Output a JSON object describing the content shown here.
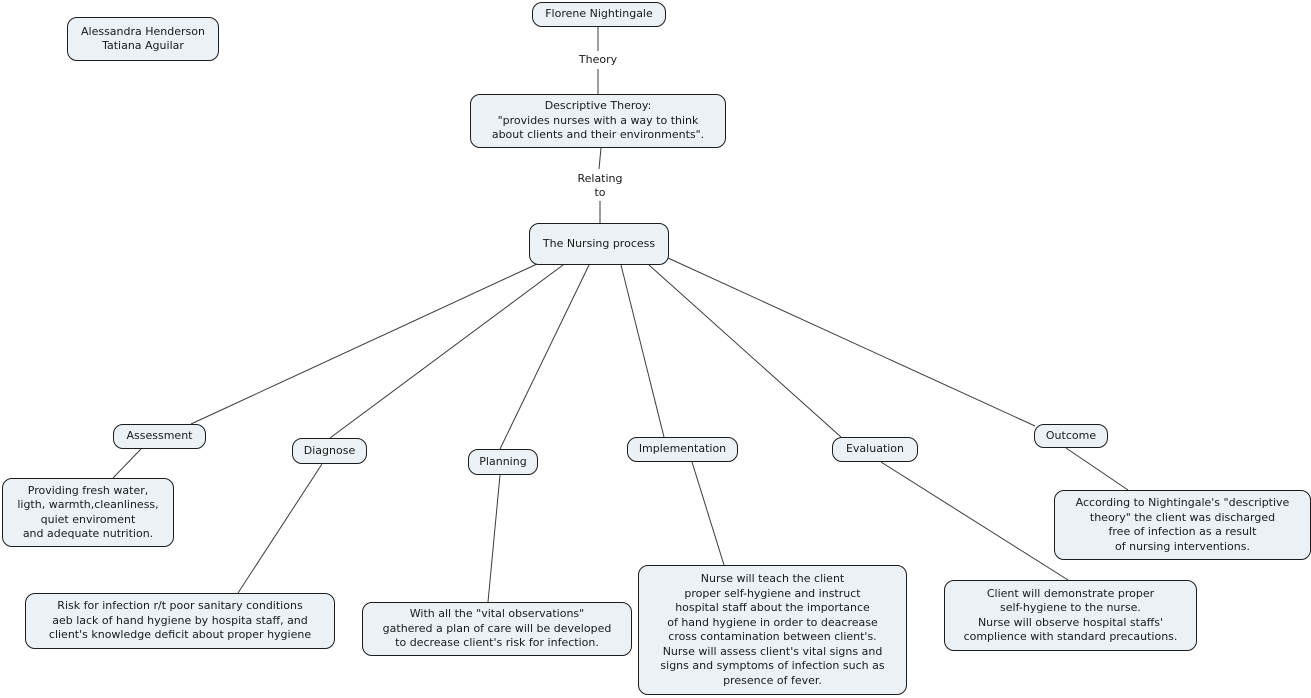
{
  "authors": {
    "text": "Alessandra Henderson\nTatiana Aguilar"
  },
  "root": {
    "text": "Florene Nightingale"
  },
  "link_labels": {
    "theory": "Theory",
    "relating": "Relating\nto"
  },
  "descriptive_theory": {
    "text": "Descriptive Theroy:\n\"provides nurses with a way to think\nabout clients and their environments\"."
  },
  "nursing_process": {
    "text": "The Nursing process"
  },
  "steps": {
    "assessment": {
      "label": "Assessment",
      "detail": "Providing fresh water,\nligth, warmth,cleanliness,\nquiet enviroment\nand adequate nutrition."
    },
    "diagnose": {
      "label": "Diagnose",
      "detail": "Risk for infection r/t poor sanitary conditions\naeb lack of hand hygiene by hospita staff, and\nclient's knowledge deficit about proper hygiene"
    },
    "planning": {
      "label": "Planning",
      "detail": "With all the \"vital observations\"\ngathered a plan of care will be developed\nto decrease client's risk for infection."
    },
    "implementation": {
      "label": "Implementation",
      "detail": "Nurse will teach the client\nproper self-hygiene and instruct\nhospital staff about the importance\nof hand hygiene in order to deacrease\ncross contamination between client's.\nNurse will assess client's vital signs and\nsigns and symptoms of infection such as\npresence of fever."
    },
    "evaluation": {
      "label": "Evaluation",
      "detail": "Client will demonstrate proper\nself-hygiene to the nurse.\nNurse will observe hospital staffs'\ncomplience with standard precautions."
    },
    "outcome": {
      "label": "Outcome",
      "detail": "According to Nightingale's \"descriptive\ntheory\" the client was discharged\nfree of infection as a result\nof nursing interventions."
    }
  },
  "colors": {
    "node_fill": "#ebf1f5",
    "node_border": "#1c1c1c",
    "connector_line": "#3a3a3a",
    "text": "#1a1a1a"
  }
}
